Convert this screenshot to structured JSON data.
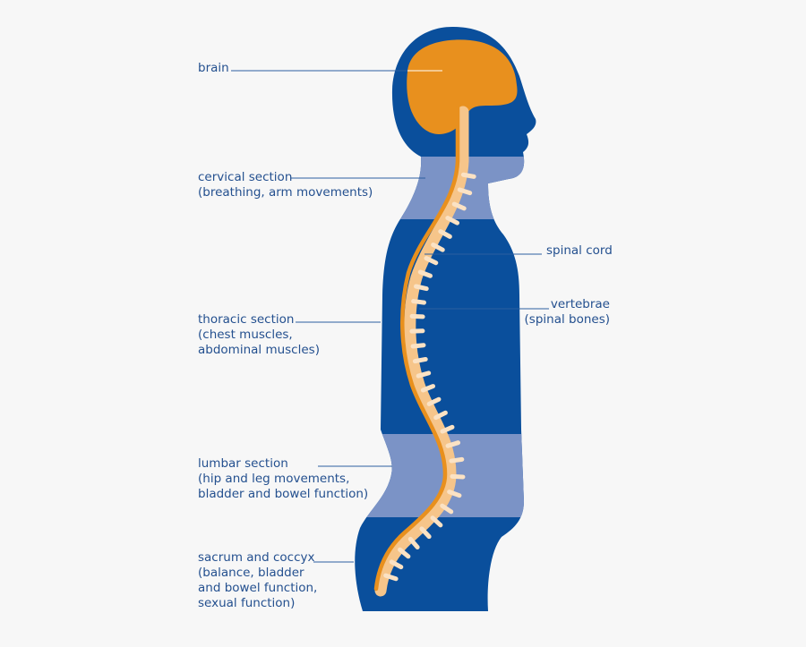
{
  "colors": {
    "body": "#0a4f9c",
    "band": "#7b93c6",
    "brain": "#e8901e",
    "cord": "#e8901e",
    "vertebra": "#f6c58a",
    "bone": "#fbe2c4",
    "line": "#2c5fa0",
    "text": "#24508f",
    "background": "#f7f7f7"
  },
  "labels": {
    "brain": "brain",
    "cervical": "cervical section\n(breathing, arm movements)",
    "spinal_cord": "spinal cord",
    "vertebrae": "vertebrae\n(spinal bones)",
    "thoracic": "thoracic section\n(chest muscles,\nabdominal muscles)",
    "lumbar": "lumbar section\n(hip and leg movements,\nbladder and bowel function)",
    "sacrum": "sacrum and coccyx\n(balance, bladder\nand bowel function,\nsexual function)"
  }
}
